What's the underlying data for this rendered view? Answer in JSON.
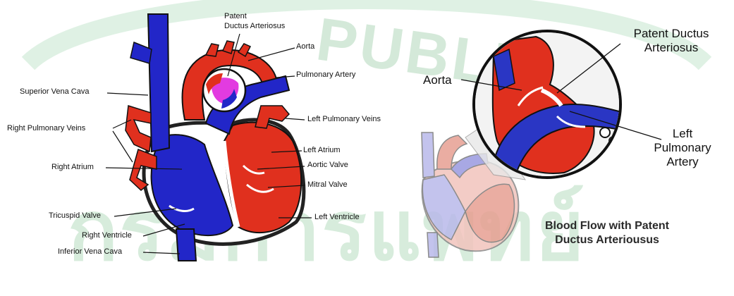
{
  "colors": {
    "artery_red": "#e02a1a",
    "vein_blue": "#1f22c8",
    "mixed_pink": "#e23be0",
    "watermark_green": "#cfe6d4"
  },
  "watermark": {
    "line1": "PUBLIC",
    "line2": "กรมการแพทย์"
  },
  "left_labels": {
    "patent_ductus": "Patent\nDuctus Arteriosus",
    "aorta": "Aorta",
    "pulmonary_artery": "Pulmonary Artery",
    "superior_vena_cava": "Superior Vena Cava",
    "right_pulmonary_veins": "Right Pulmonary Veins",
    "left_pulmonary_veins": "Left Pulmonary Veins",
    "left_atrium": "Left Atrium",
    "right_atrium": "Right Atrium",
    "aortic_valve": "Aortic Valve",
    "mitral_valve": "Mitral Valve",
    "tricuspid_valve": "Tricuspid Valve",
    "left_ventricle": "Left Ventricle",
    "right_ventricle": "Right Ventricle",
    "inferior_vena_cava": "Inferior Vena Cava"
  },
  "right_labels": {
    "patent_ductus": "Patent Ductus\nArteriosus",
    "aorta": "Aorta",
    "left_pulmonary_artery": "Left\nPulmonary\nArtery"
  },
  "caption": {
    "line1": "Blood Flow with Patent",
    "line2": "Ductus Arteriousus"
  }
}
